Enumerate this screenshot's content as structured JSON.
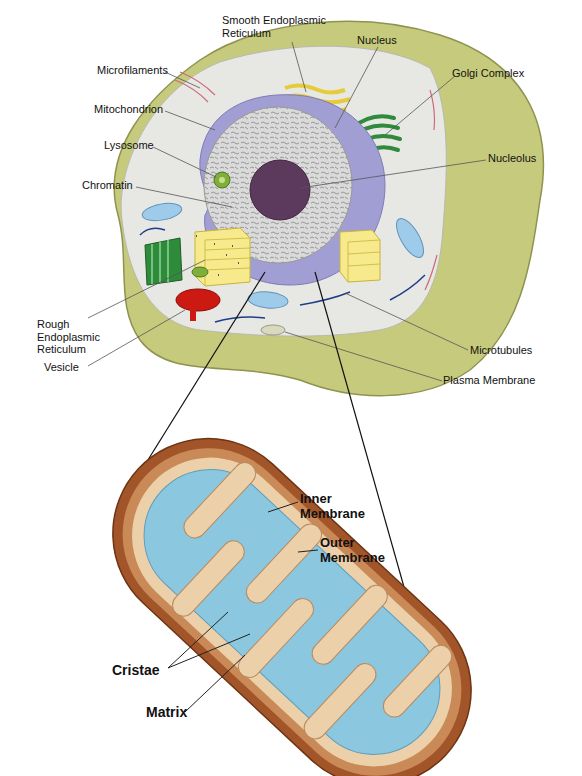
{
  "diagram": {
    "labels": [
      "Smooth Endoplasmic Reticulum",
      "Nucleus",
      "Golgi Complex",
      "Microfilaments",
      "Mitochondrion",
      "Lysosome",
      "Nucleolus",
      "Chromatin",
      "Rough Endoplasmic Reticulum",
      "Vesicle",
      "Microtubules",
      "Plasma Membrane",
      "Inner Membrane",
      "Outer Membrane",
      "Cristae",
      "Matrix"
    ]
  }
}
